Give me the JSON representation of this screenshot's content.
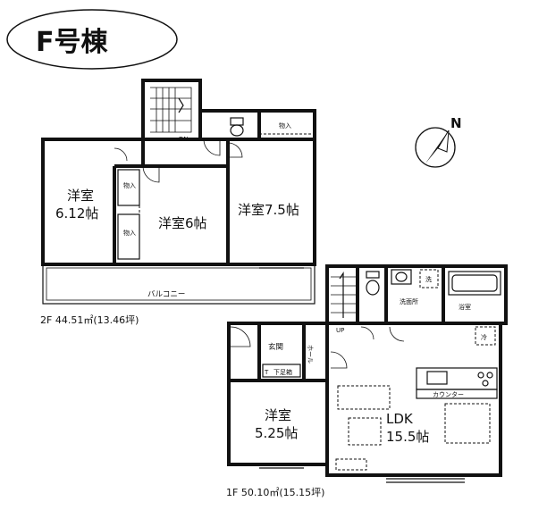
{
  "title": "F号棟",
  "second_floor": {
    "rooms": {
      "western_a_name": "洋室",
      "western_a_size": "6.12帖",
      "western_b": "洋室6帖",
      "western_c": "洋室7.5帖",
      "storage": "物入",
      "balcony": "バルコニー",
      "stair_mark": "DN"
    },
    "area": "2F 44.51㎡(13.46坪)"
  },
  "first_floor": {
    "rooms": {
      "entrance": "玄関",
      "hall": "ホール",
      "shoe_box_mark": "T",
      "shoe_box": "下足箱",
      "washroom": "洗面所",
      "washer_mark": "洗",
      "bathroom": "浴室",
      "stair_mark": "UP",
      "counter": "カウンター",
      "fridge_mark": "冷",
      "western_name": "洋室",
      "western_size": "5.25帖",
      "ldk_name": "LDK",
      "ldk_size": "15.5帖"
    },
    "area": "1F 50.10㎡(15.15坪)"
  },
  "compass": {
    "label": "N"
  },
  "icons": [
    "compass-icon",
    "toilet-icon",
    "bathtub-icon",
    "stove-icon",
    "sink-icon",
    "staircase-icon"
  ]
}
